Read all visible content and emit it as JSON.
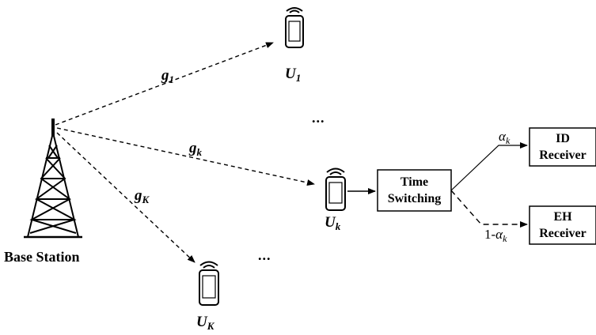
{
  "base_station": {
    "label": "Base Station"
  },
  "links": [
    {
      "label": "g",
      "subscript": "1"
    },
    {
      "label": "g",
      "subscript": "k"
    },
    {
      "label": "g",
      "subscript": "K"
    }
  ],
  "users": [
    {
      "label": "U",
      "subscript": "1"
    },
    {
      "label": "U",
      "subscript": "k"
    },
    {
      "label": "U",
      "subscript": "K"
    }
  ],
  "ellipsis": "...",
  "time_switch": {
    "line1": "Time",
    "line2": "Switching"
  },
  "id_receiver": {
    "line1": "ID",
    "line2": "Receiver"
  },
  "eh_receiver": {
    "line1": "EH",
    "line2": "Receiver"
  },
  "alpha_upper": {
    "prefix": "",
    "symbol": "α",
    "subscript": "k"
  },
  "alpha_lower": {
    "prefix": "1-",
    "symbol": "α",
    "subscript": "k"
  }
}
